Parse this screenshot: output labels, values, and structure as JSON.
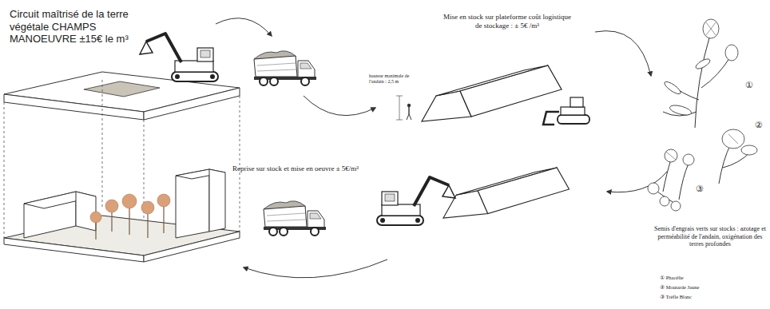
{
  "diagram": {
    "title": "Circuit maîtrisé de la terre végétale CHAMPS MANOEUVRE ±15€ le m³",
    "labels": [
      "Mise en stock sur plateforme coût logistique de stockage : ± 5€ /m³",
      "hauteur maximale de l'andain : 2,5 m",
      "Reprise sur stock et mise en oeuvre ± 5€/m³",
      "①",
      "②",
      "③",
      "Semis d'engrais verts sur stocks : azotage et perméabilité de l'andain, oxigénation des terres profondes",
      "① Phacélie",
      "② Moutarde Jaune",
      "③ Trèfle Blanc"
    ]
  }
}
